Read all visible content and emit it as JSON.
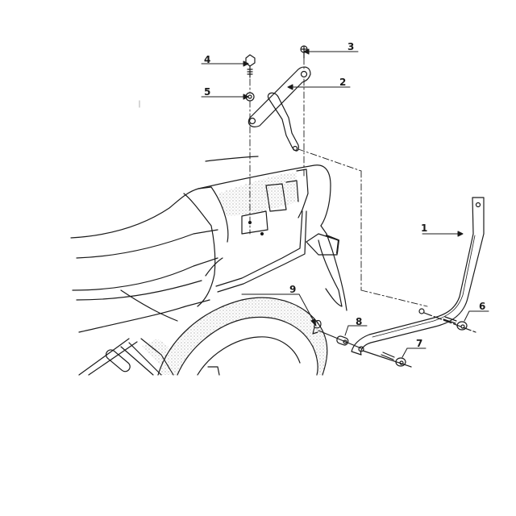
{
  "diagram": {
    "type": "exploded-assembly-view",
    "subject": "motorcycle rear side-carrier mounting kit",
    "colors": {
      "line": "#1a1a1a",
      "background": "#ffffff",
      "stipple": "#555555"
    },
    "callouts": [
      {
        "id": "1",
        "label": "1",
        "part": "side-carrier-frame"
      },
      {
        "id": "2",
        "label": "2",
        "part": "upper-mounting-bracket"
      },
      {
        "id": "3",
        "label": "3",
        "part": "screw"
      },
      {
        "id": "4",
        "label": "4",
        "part": "bolt"
      },
      {
        "id": "5",
        "label": "5",
        "part": "washer"
      },
      {
        "id": "6",
        "label": "6",
        "part": "bolt-and-spacer"
      },
      {
        "id": "7",
        "label": "7",
        "part": "bolt-and-spacer"
      },
      {
        "id": "8",
        "label": "8",
        "part": "spacer"
      },
      {
        "id": "9",
        "label": "9",
        "part": "clip-nut"
      }
    ]
  }
}
